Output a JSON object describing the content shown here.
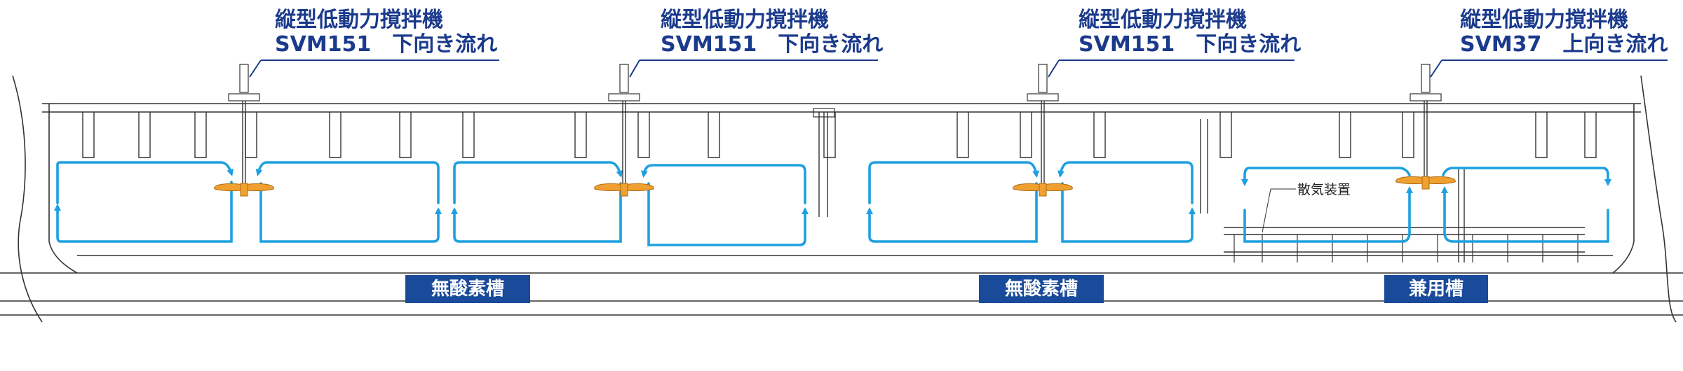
{
  "mixers": [
    {
      "name": "縦型低動力撹拌機",
      "model": "SVM151　下向き流れ"
    },
    {
      "name": "縦型低動力撹拌機",
      "model": "SVM151　下向き流れ"
    },
    {
      "name": "縦型低動力撹拌機",
      "model": "SVM151　下向き流れ"
    },
    {
      "name": "縦型低動力撹拌機",
      "model": "SVM37　上向き流れ"
    }
  ],
  "tanks": [
    {
      "label": "無酸素槽"
    },
    {
      "label": "無酸素槽"
    },
    {
      "label": "兼用槽"
    }
  ],
  "aeration_label": "散気装置",
  "colors": {
    "flow_arrow": "#1ea0e0",
    "impeller": "#f0a030",
    "label_bg": "#1a4a9a",
    "callout_text": "#1a3a8c",
    "structure_line": "#333333"
  }
}
